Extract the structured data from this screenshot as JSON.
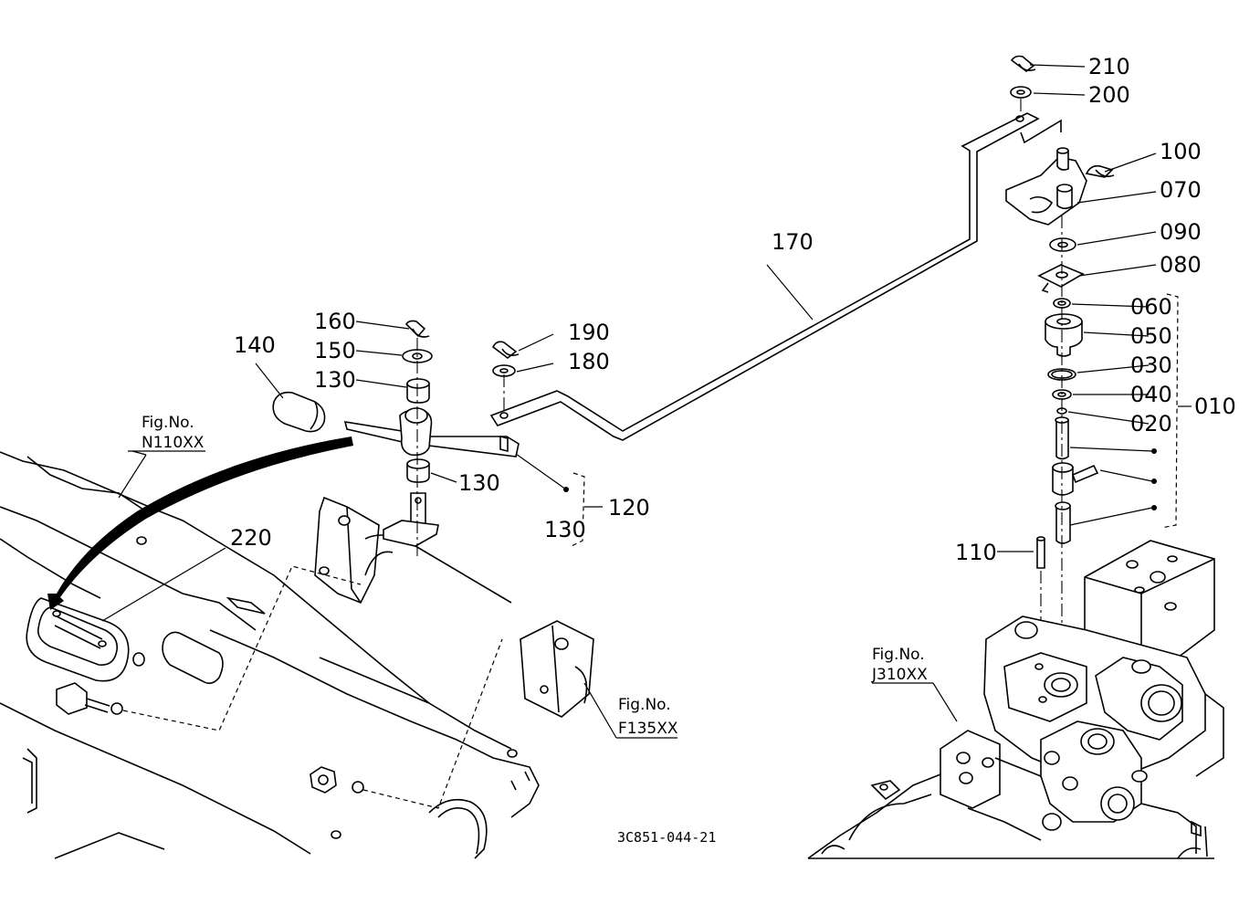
{
  "parts": {
    "p210": "210",
    "p200": "200",
    "p100": "100",
    "p070": "070",
    "p090": "090",
    "p080": "080",
    "p060": "060",
    "p050": "050",
    "p030": "030",
    "p040": "040",
    "p020": "020",
    "p010": "010",
    "p170": "170",
    "p190": "190",
    "p180": "180",
    "p160": "160",
    "p150": "150",
    "p130a": "130",
    "p130b": "130",
    "p130c": "130",
    "p140": "140",
    "p120": "120",
    "p110": "110",
    "p220": "220"
  },
  "references": {
    "fig_label_1": "Fig.No.",
    "fig_code_1": "N110XX",
    "fig_label_2": "Fig.No.",
    "fig_code_2": "F135XX",
    "fig_label_3": "Fig.No.",
    "fig_code_3": "J310XX"
  },
  "drawing_code": "3C851-044-21"
}
